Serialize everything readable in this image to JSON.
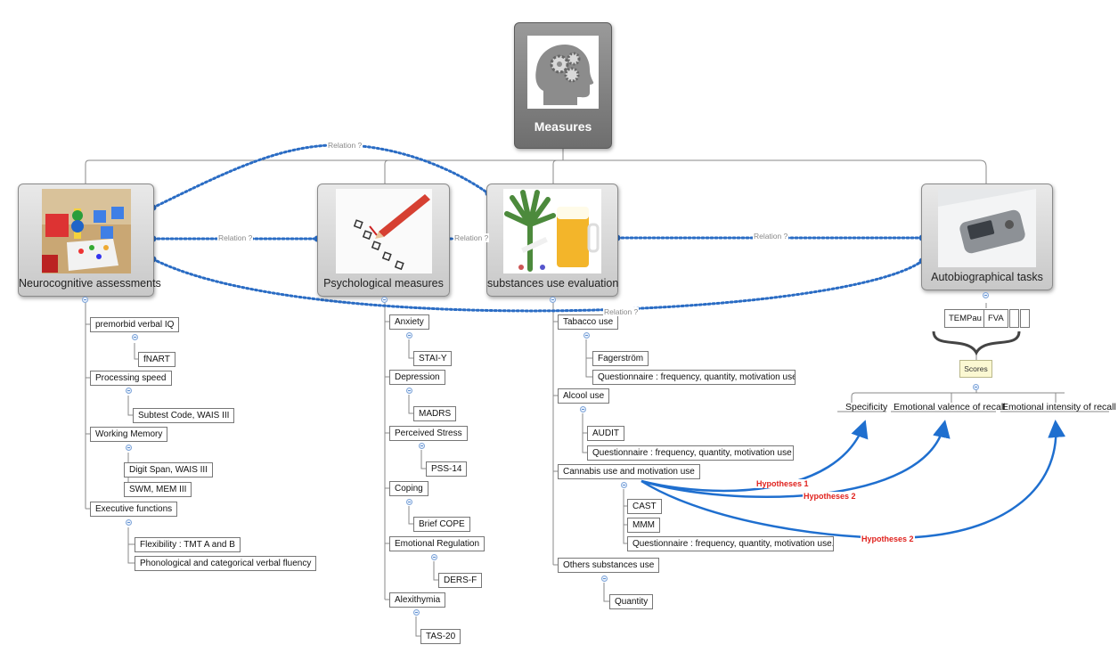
{
  "root": {
    "title": "Measures"
  },
  "branches": [
    {
      "title": "Neurocognitive assessments",
      "items": [
        {
          "label": "premorbid verbal IQ",
          "children": [
            "fNART"
          ]
        },
        {
          "label": "Processing speed",
          "children": [
            "Subtest Code, WAIS III"
          ]
        },
        {
          "label": "Working Memory",
          "children": [
            "Digit Span, WAIS III",
            "SWM, MEM III"
          ]
        },
        {
          "label": "Executive functions",
          "children": [
            "Flexibility : TMT A and B",
            "Phonological and categorical verbal fluency"
          ]
        }
      ]
    },
    {
      "title": "Psychological measures",
      "items": [
        {
          "label": "Anxiety",
          "children": [
            "STAI-Y"
          ]
        },
        {
          "label": "Depression",
          "children": [
            "MADRS"
          ]
        },
        {
          "label": "Perceived Stress",
          "children": [
            "PSS-14"
          ]
        },
        {
          "label": "Coping",
          "children": [
            "Brief COPE"
          ]
        },
        {
          "label": "Emotional Regulation",
          "children": [
            "DERS-F"
          ]
        },
        {
          "label": "Alexithymia",
          "children": [
            "TAS-20"
          ]
        }
      ]
    },
    {
      "title": "substances use evaluation",
      "items": [
        {
          "label": "Tabacco use",
          "children": [
            "Fagerström",
            "Questionnaire : frequency, quantity, motivation use..."
          ]
        },
        {
          "label": "Alcool use",
          "children": [
            "AUDIT",
            "Questionnaire : frequency, quantity, motivation use ..."
          ]
        },
        {
          "label": "Cannabis use and motivation use",
          "children": [
            "CAST",
            "MMM",
            "Questionnaire : frequency, quantity, motivation use..."
          ]
        },
        {
          "label": "Others substances use",
          "children": [
            "Quantity"
          ]
        }
      ]
    },
    {
      "title": "Autobiographical tasks",
      "tasks": [
        "TEMPau",
        "FVA",
        "",
        ""
      ],
      "scores_label": "Scores",
      "scores": [
        "Specificity",
        "Emotional valence of recall",
        "Emotional intensity of recall"
      ]
    }
  ],
  "relations": [
    "Relation ?",
    "Relation ?",
    "Relation ?",
    "Relation ?",
    "Relation ?"
  ],
  "hypotheses": [
    "Hypotheses 1",
    "Hypotheses 2",
    "Hypotheses 2"
  ],
  "colors": {
    "relation_line": "#2a6cc4",
    "hypothesis_arrow": "#1f6fcf",
    "hypothesis_text": "#e0221e",
    "connector": "#8a8a8a"
  },
  "icons": {
    "root": "head-gears-icon",
    "neurocognitive": "toys-blocks-icon",
    "psychological": "checklist-pencil-icon",
    "substances": "cannabis-beer-icon",
    "autobiographical": "voice-recorder-icon"
  }
}
